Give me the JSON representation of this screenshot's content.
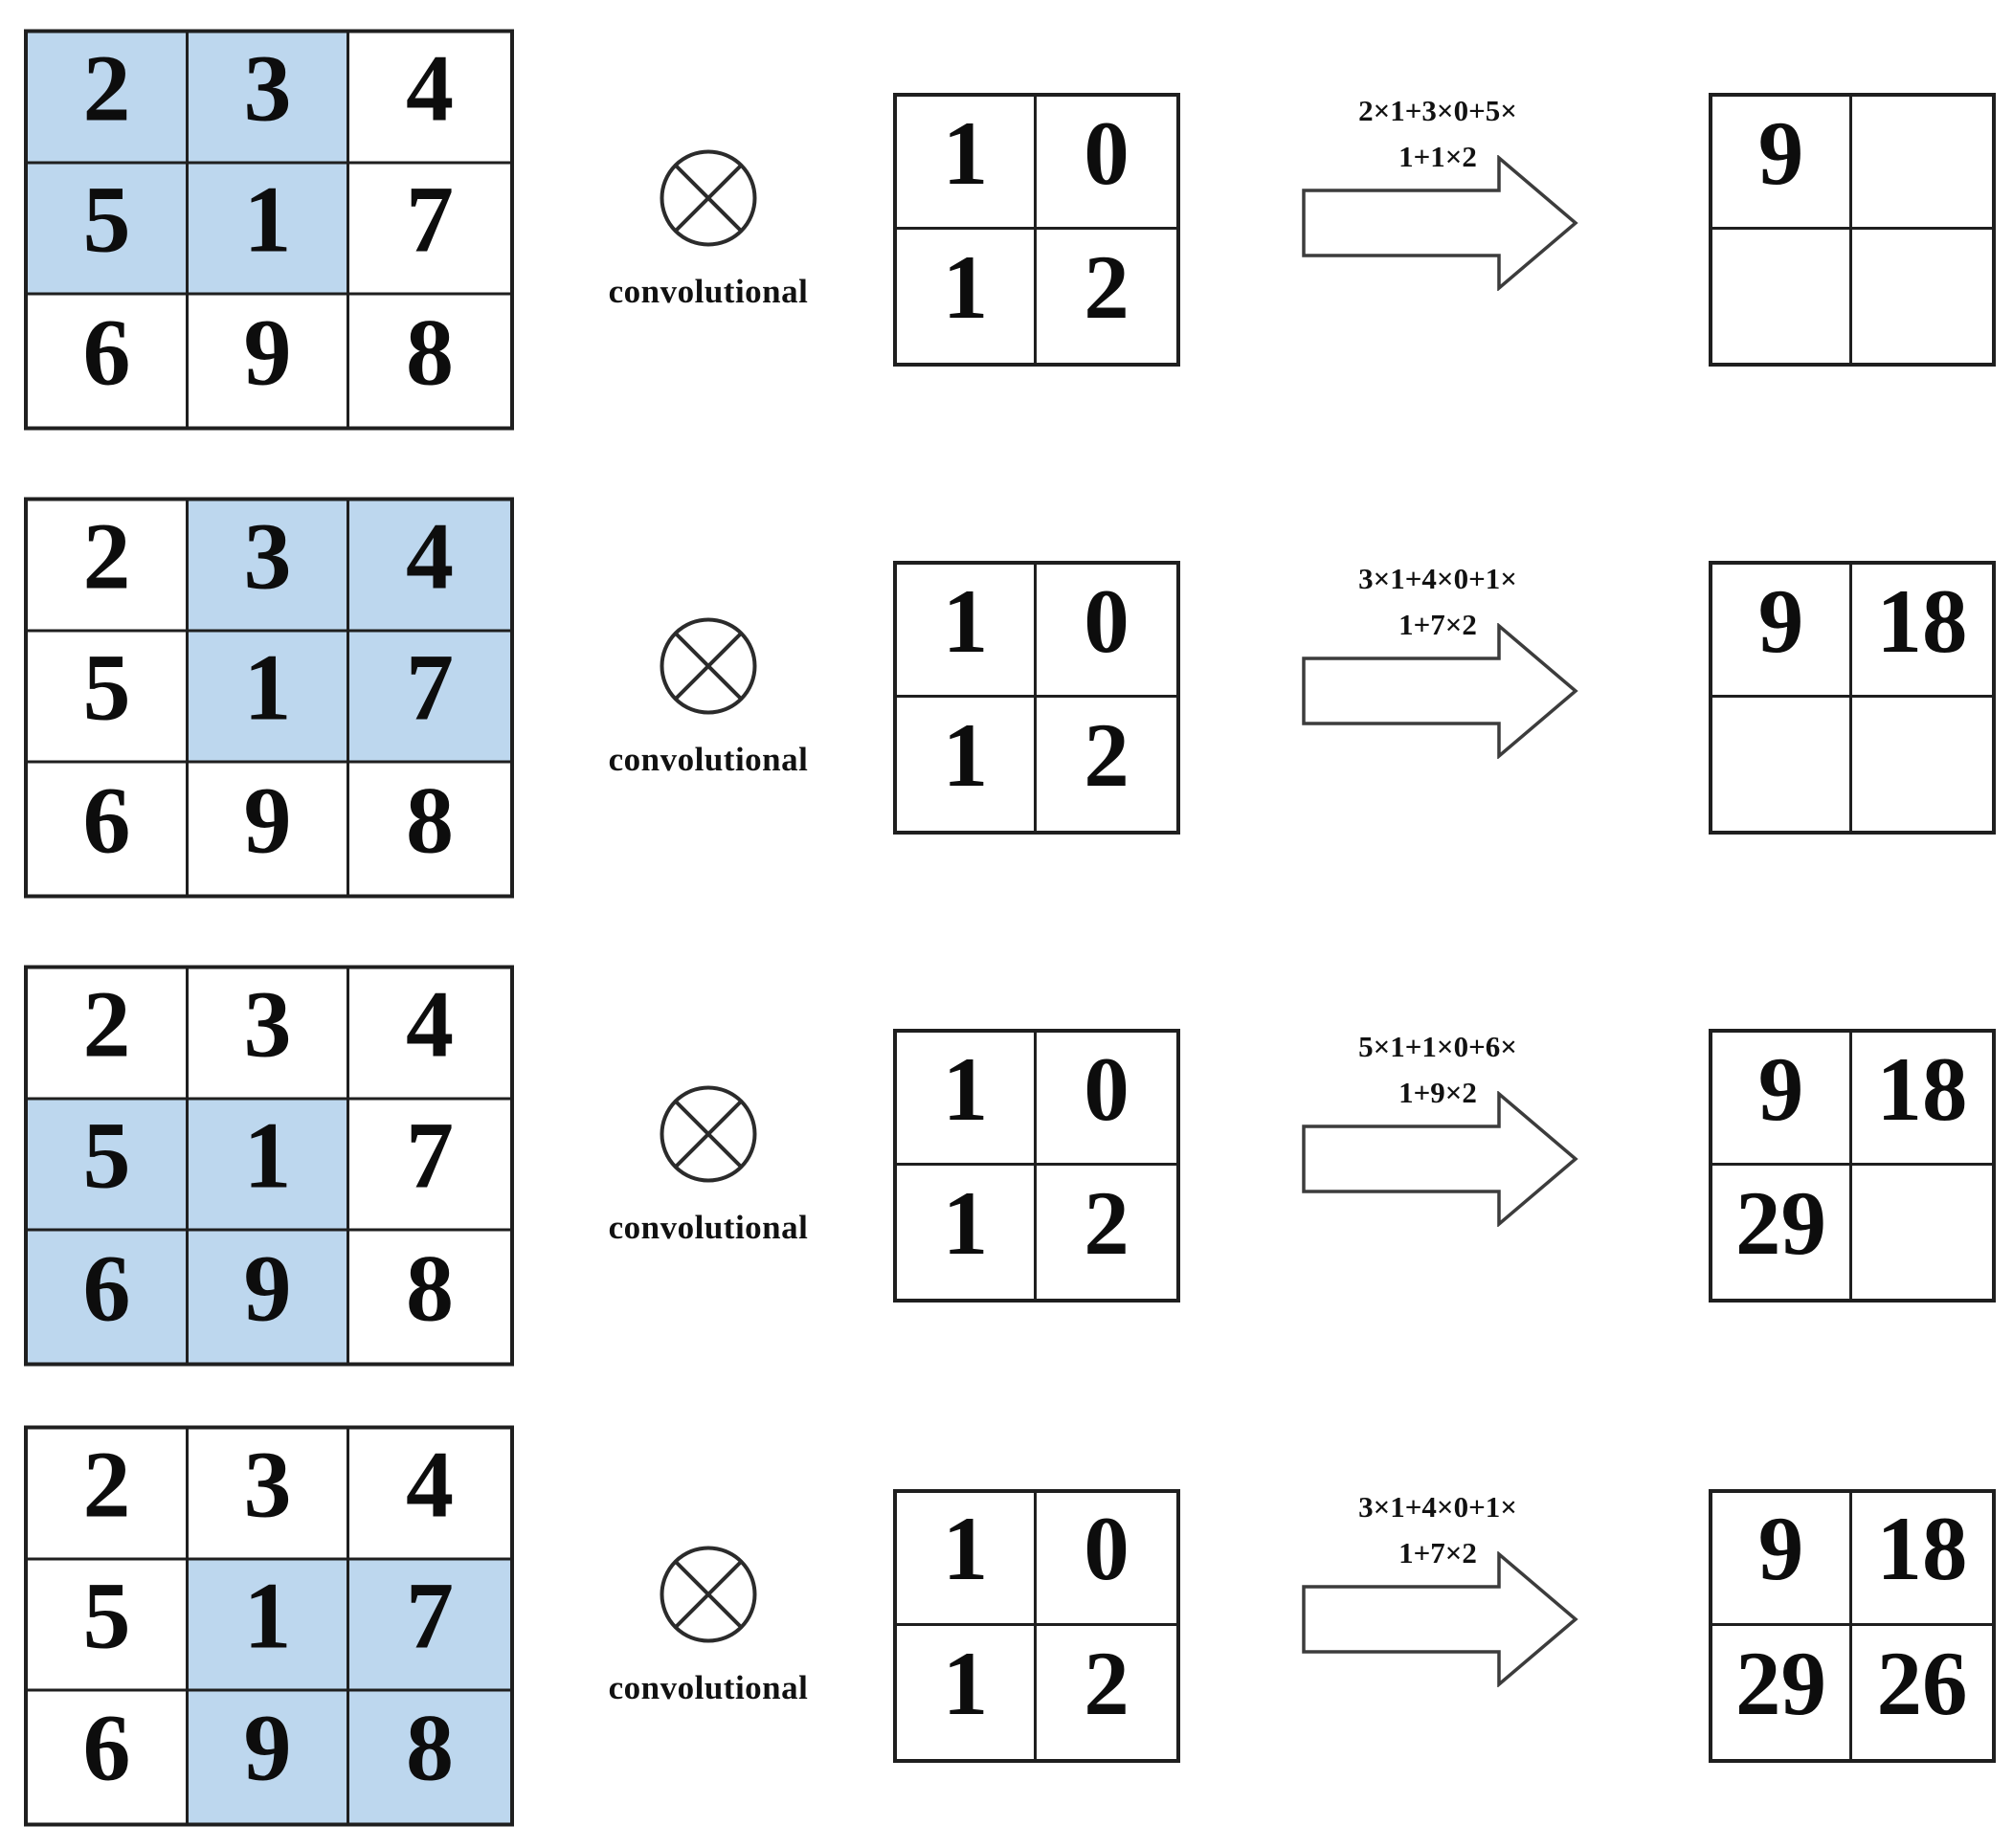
{
  "colors": {
    "highlight": "#bdd7ee",
    "matrix_border": "#1f1f1f",
    "arrow_outline": "#3c3c3c"
  },
  "operator": {
    "symbol": "circle-cross",
    "label": "convolutional"
  },
  "input_matrix": [
    [
      "2",
      "3",
      "4"
    ],
    [
      "5",
      "1",
      "7"
    ],
    [
      "6",
      "9",
      "8"
    ]
  ],
  "kernel": [
    [
      "1",
      "0"
    ],
    [
      "1",
      "2"
    ]
  ],
  "steps": [
    {
      "highlight": [
        [
          0,
          0
        ],
        [
          0,
          1
        ],
        [
          1,
          0
        ],
        [
          1,
          1
        ]
      ],
      "formula": [
        "2×1+3×0+5×",
        "1+1×2"
      ],
      "output": [
        [
          "9",
          ""
        ],
        [
          "",
          ""
        ]
      ]
    },
    {
      "highlight": [
        [
          0,
          1
        ],
        [
          0,
          2
        ],
        [
          1,
          1
        ],
        [
          1,
          2
        ]
      ],
      "formula": [
        "3×1+4×0+1×",
        "1+7×2"
      ],
      "output": [
        [
          "9",
          "18"
        ],
        [
          "",
          ""
        ]
      ]
    },
    {
      "highlight": [
        [
          1,
          0
        ],
        [
          1,
          1
        ],
        [
          2,
          0
        ],
        [
          2,
          1
        ]
      ],
      "formula": [
        "5×1+1×0+6×",
        "1+9×2"
      ],
      "output": [
        [
          "9",
          "18"
        ],
        [
          "29",
          ""
        ]
      ]
    },
    {
      "highlight": [
        [
          1,
          1
        ],
        [
          1,
          2
        ],
        [
          2,
          1
        ],
        [
          2,
          2
        ]
      ],
      "formula": [
        "3×1+4×0+1×",
        "1+7×2"
      ],
      "output": [
        [
          "9",
          "18"
        ],
        [
          "29",
          "26"
        ]
      ]
    }
  ]
}
